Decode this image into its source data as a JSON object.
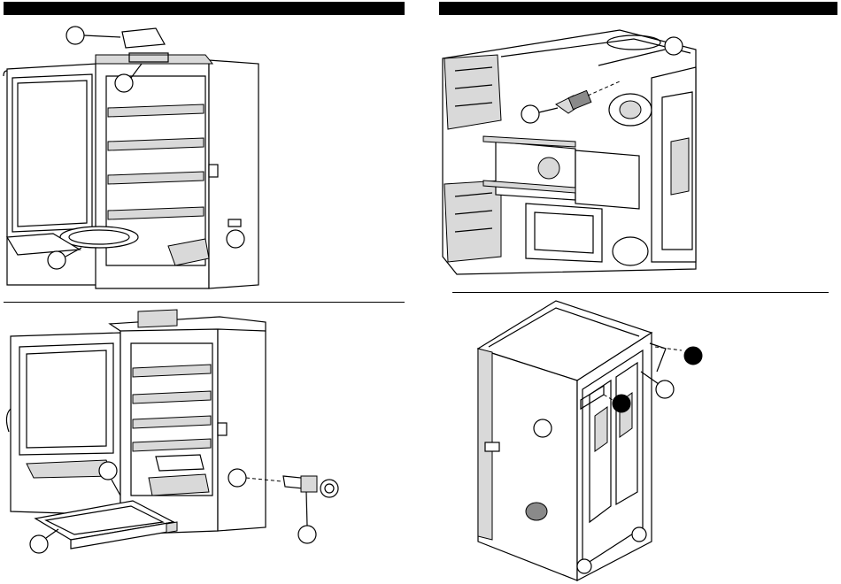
{
  "headers": {
    "left_title": "",
    "right_title": ""
  },
  "diagrams": [
    {
      "id": "smoker-open-top",
      "callouts": [
        "",
        "",
        ""
      ]
    },
    {
      "id": "cabinet-bottom-view",
      "callouts": [
        "",
        ""
      ],
      "label_box": ""
    },
    {
      "id": "smoker-open-drawer",
      "callouts": [
        "",
        "",
        ""
      ]
    },
    {
      "id": "cabinet-back-view",
      "callouts": [
        "",
        "",
        "",
        ""
      ]
    }
  ],
  "colors": {
    "ink": "#000000",
    "paper": "#ffffff",
    "fill_gray": "#d9d9d9"
  }
}
